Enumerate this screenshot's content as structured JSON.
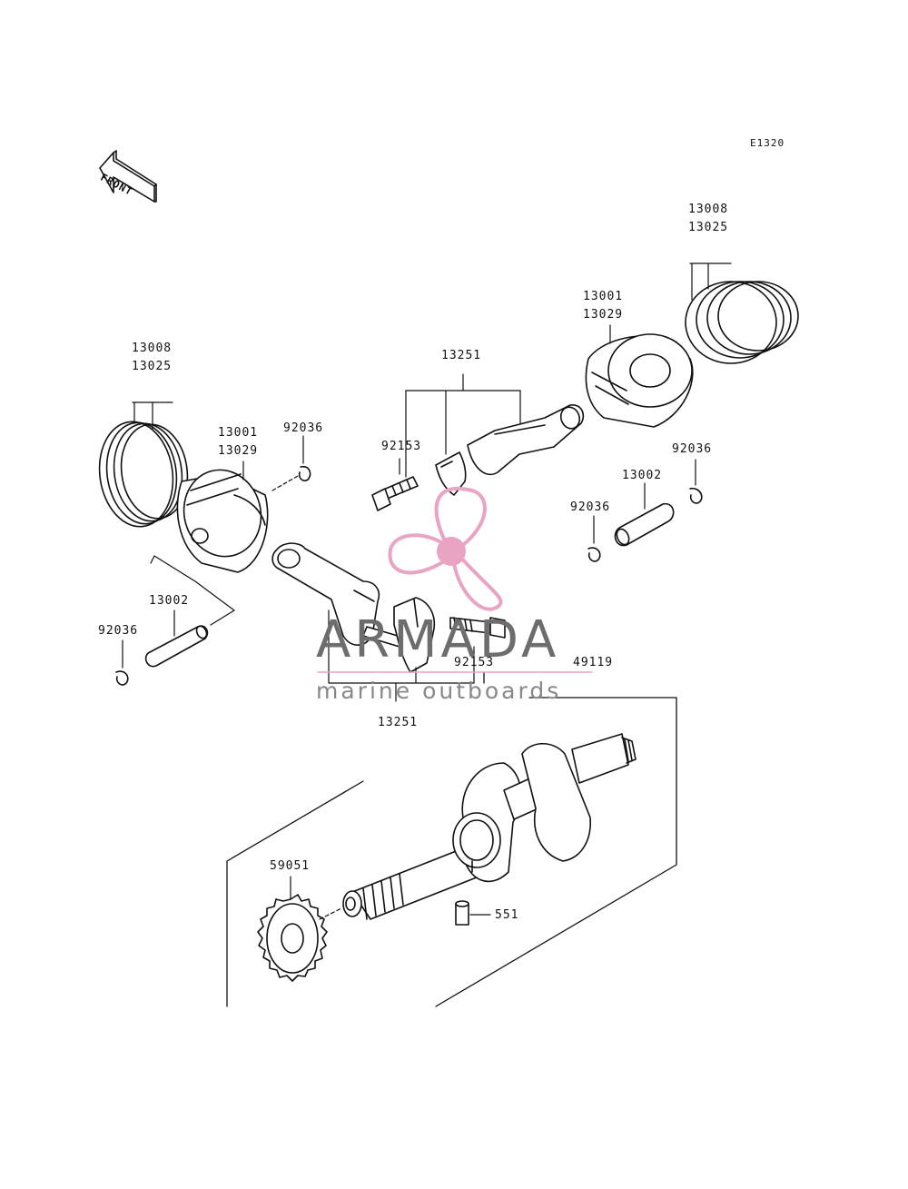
{
  "diagram_code": "E1320",
  "front_label": "FRONT",
  "watermark": {
    "title": "ARMADA",
    "subtitle": "marine outboards"
  },
  "colors": {
    "line": "#111111",
    "watermark_pink": "#e9a4c3",
    "watermark_gray": "#6d6d6d"
  },
  "labels": {
    "left_rings_a": "13008",
    "left_rings_b": "13025",
    "left_piston_a": "13001",
    "left_piston_b": "13029",
    "left_clip_top": "92036",
    "left_pin": "13002",
    "left_clip_bottom": "92036",
    "upper_rod": "13251",
    "upper_bolt": "92153",
    "right_piston_a": "13001",
    "right_piston_b": "13029",
    "right_rings_a": "13008",
    "right_rings_b": "13025",
    "right_clip_top": "92036",
    "right_pin": "13002",
    "right_clip_bottom": "92036",
    "lower_bolt": "92153",
    "crankshaft": "49119",
    "lower_rod": "13251",
    "gear": "59051",
    "dowel": "551"
  }
}
